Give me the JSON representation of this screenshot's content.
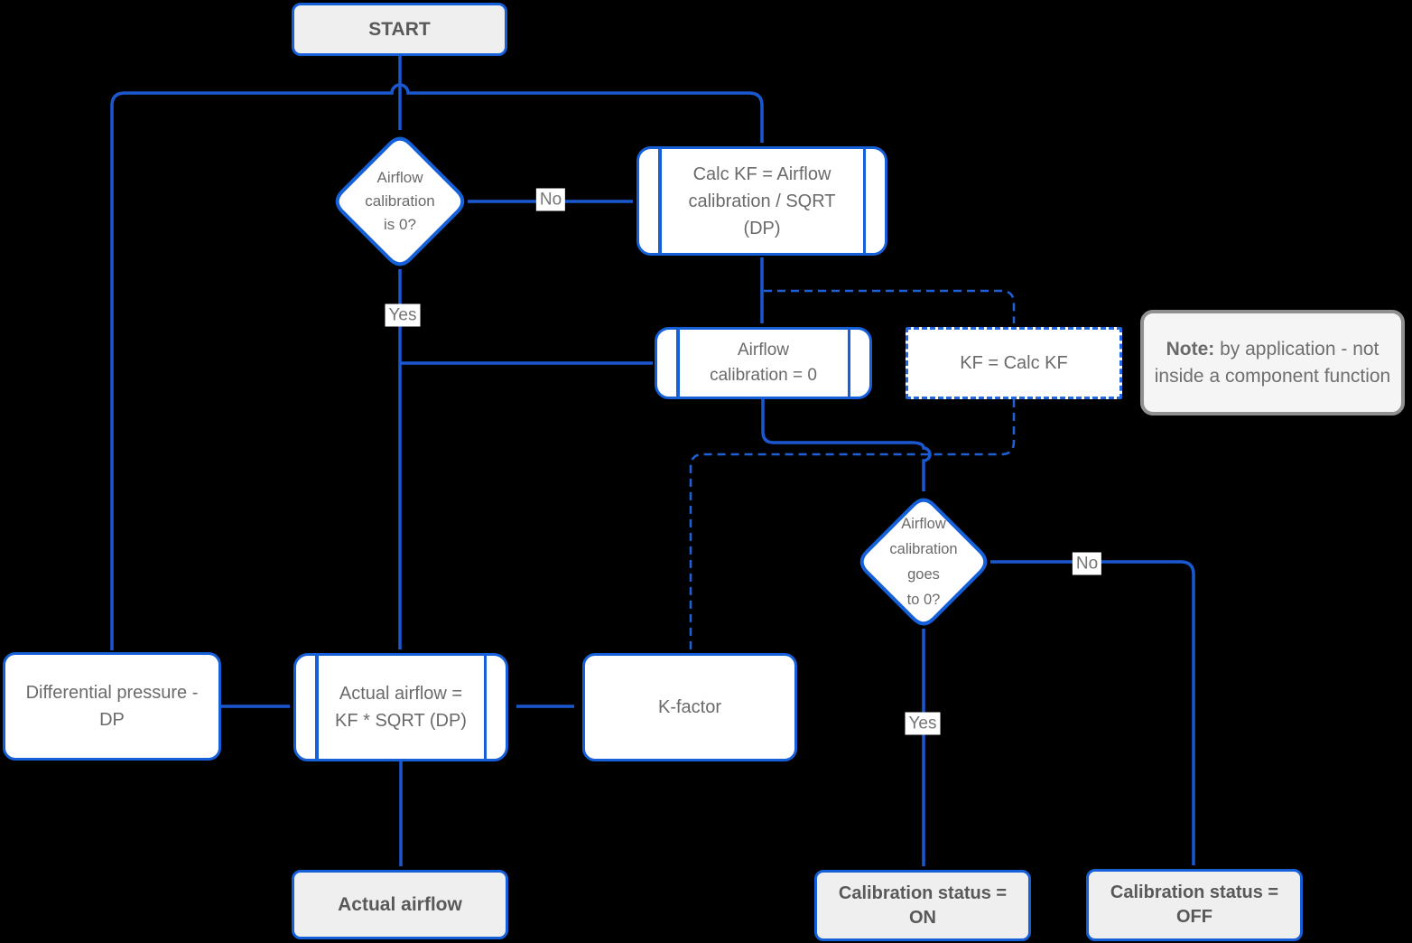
{
  "colors": {
    "line_blue": "#1a58d0",
    "shape_border_blue": "#1560d8",
    "terminal_fill": "#efefef",
    "note_fill": "#f5f5f5",
    "note_border": "#909090",
    "body_text": "#6a6a6a",
    "terminal_text": "#595959",
    "background": "#000000"
  },
  "nodes": {
    "start": "START",
    "decision_airflow_is_0": "Airflow\ncalibration\nis 0?",
    "calc_kf": "Calc KF = Airflow\ncalibration / SQRT\n(DP)",
    "airflow_calibration_0": "Airflow\ncalibration = 0",
    "kf_calc_kf": "KF = Calc KF",
    "note_prefix": "Note:",
    "note_text": " by application - not inside a component function",
    "decision_goes_to_0": "Airflow\ncalibration\ngoes\nto 0?",
    "diff_pressure": "Differential pressure -\nDP",
    "actual_airflow_calc": "Actual airflow =\nKF * SQRT (DP)",
    "k_factor": "K-factor",
    "actual_airflow": "Actual airflow",
    "calibration_on": "Calibration status =\nON",
    "calibration_off": "Calibration status =\nOFF"
  },
  "labels": {
    "yes1": "Yes",
    "no1": "No",
    "yes2": "Yes",
    "no2": "No"
  }
}
